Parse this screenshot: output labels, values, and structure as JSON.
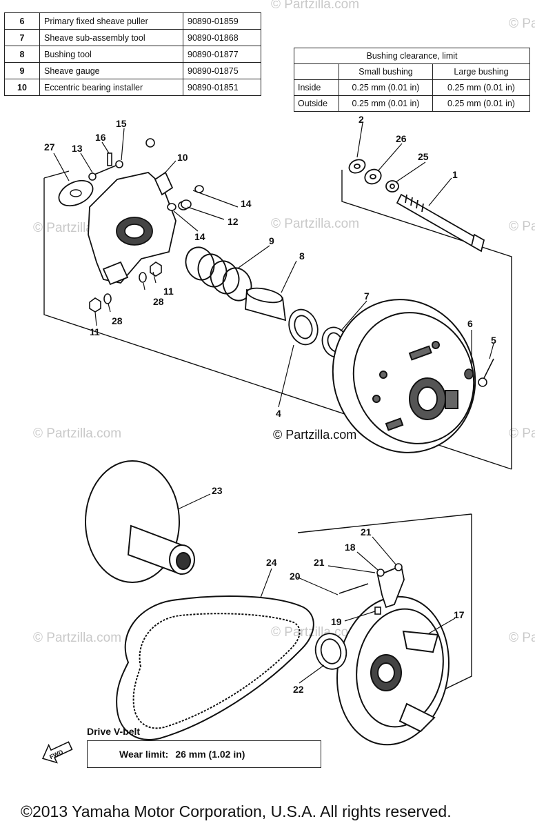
{
  "tools_table": {
    "rows": [
      {
        "num": "6",
        "name": "Primary fixed sheave puller",
        "part": "90890-01859"
      },
      {
        "num": "7",
        "name": "Sheave sub-assembly tool",
        "part": "90890-01868"
      },
      {
        "num": "8",
        "name": "Bushing tool",
        "part": "90890-01877"
      },
      {
        "num": "9",
        "name": "Sheave gauge",
        "part": "90890-01875"
      },
      {
        "num": "10",
        "name": "Eccentric bearing installer",
        "part": "90890-01851"
      }
    ]
  },
  "clearance_table": {
    "title": "Bushing clearance, limit",
    "col_small": "Small bushing",
    "col_large": "Large bushing",
    "rows": [
      {
        "label": "Inside",
        "small": "0.25 mm (0.01 in)",
        "large": "0.25 mm (0.01 in)"
      },
      {
        "label": "Outside",
        "small": "0.25 mm (0.01 in)",
        "large": "0.25 mm (0.01 in)"
      }
    ]
  },
  "callouts": {
    "c1": "1",
    "c2": "2",
    "c4": "4",
    "c5": "5",
    "c6": "6",
    "c7": "7",
    "c8": "8",
    "c9": "9",
    "c10": "10",
    "c11a": "11",
    "c11b": "11",
    "c12": "12",
    "c13": "13",
    "c14a": "14",
    "c14b": "14",
    "c15": "15",
    "c16": "16",
    "c17": "17",
    "c18": "18",
    "c19": "19",
    "c20": "20",
    "c21a": "21",
    "c21b": "21",
    "c22": "22",
    "c23": "23",
    "c24": "24",
    "c25": "25",
    "c26": "26",
    "c27": "27",
    "c28a": "28",
    "c28b": "28"
  },
  "fwd_label": "FWD",
  "drive_belt": {
    "title": "Drive V-belt",
    "wear_label": "Wear limit:",
    "wear_value": "26 mm (1.02 in)"
  },
  "watermark": "© Partzilla.com",
  "copyright": "©2013 Yamaha Motor Corporation, U.S.A. All rights reserved."
}
